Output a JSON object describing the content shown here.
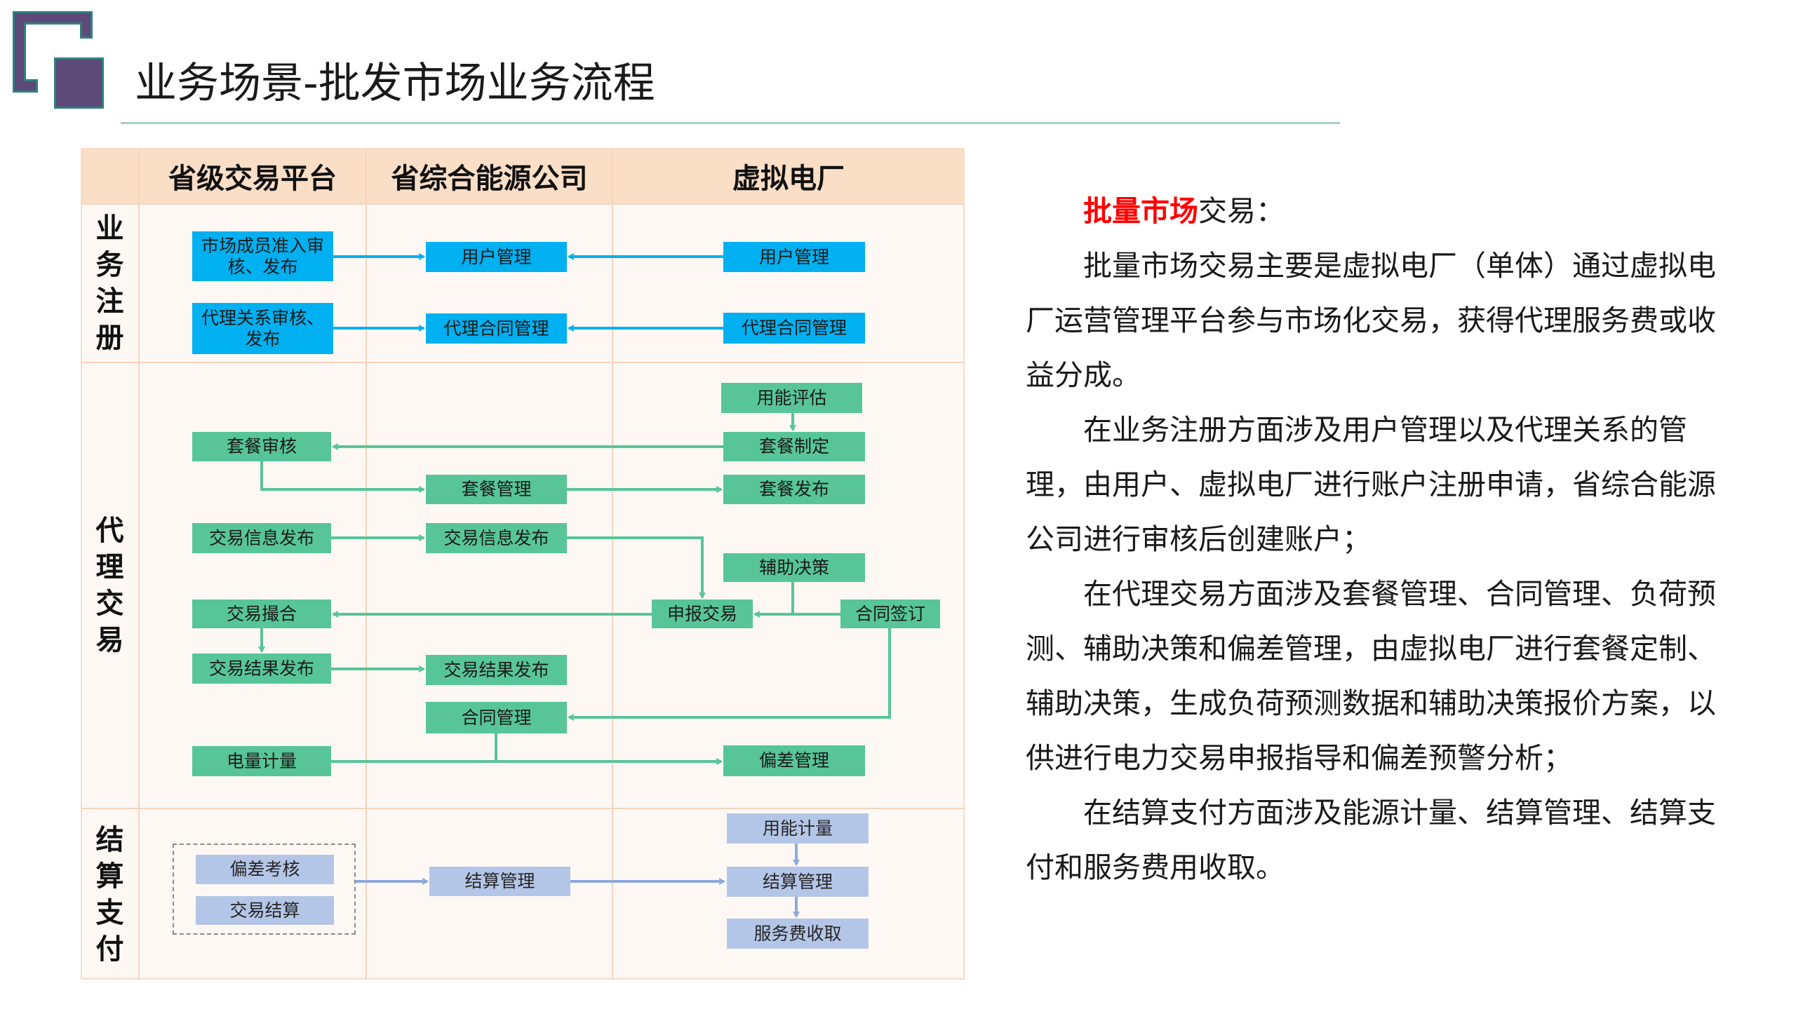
{
  "header": {
    "title": "业务场景-批发市场业务流程",
    "logo_colors": {
      "fill": "#5d4a78",
      "border": "#2f7f7d"
    }
  },
  "diagram": {
    "columns": [
      "省级交易平台",
      "省综合能源公司",
      "虚拟电厂"
    ],
    "rows": [
      {
        "label": [
          "业",
          "务",
          "注",
          "册"
        ]
      },
      {
        "label": [
          "代",
          "理",
          "交",
          "易"
        ]
      },
      {
        "label": [
          "结",
          "算",
          "支",
          "付"
        ]
      }
    ],
    "colors": {
      "registration": "#00b0f0",
      "trading": "#57c598",
      "settlement": "#b4c6e7",
      "header_bg": "#fbdec6",
      "grid": "#f5d5bf"
    },
    "registration": {
      "platform_member_review": "市场成员准入审核、发布",
      "company_user_mgmt": "用户管理",
      "vpp_user_mgmt": "用户管理",
      "platform_agency_review": "代理关系审核、发布",
      "company_agency_contract": "代理合同管理",
      "vpp_agency_contract": "代理合同管理"
    },
    "trading": {
      "vpp_energy_eval": "用能评估",
      "vpp_package_make": "套餐制定",
      "platform_package_review": "套餐审核",
      "company_package_mgmt": "套餐管理",
      "vpp_package_publish": "套餐发布",
      "platform_trade_info": "交易信息发布",
      "company_trade_info": "交易信息发布",
      "vpp_decision_support": "辅助决策",
      "vpp_declare_trade": "申报交易",
      "vpp_contract_sign": "合同签订",
      "platform_matching": "交易撮合",
      "platform_result": "交易结果发布",
      "company_result": "交易结果发布",
      "company_contract_mgmt": "合同管理",
      "platform_metering": "电量计量",
      "vpp_deviation_mgmt": "偏差管理"
    },
    "settlement": {
      "platform_deviation_check": "偏差考核",
      "platform_trade_settle": "交易结算",
      "company_settle_mgmt": "结算管理",
      "vpp_energy_metering": "用能计量",
      "vpp_settle_mgmt": "结算管理",
      "vpp_service_fee": "服务费收取"
    }
  },
  "description": {
    "heading_highlight": "批量市场",
    "heading_rest": "交易：",
    "paragraphs": [
      "批量市场交易主要是虚拟电厂（单体）通过虚拟电厂运营管理平台参与市场化交易，获得代理服务费或收益分成。",
      "在业务注册方面涉及用户管理以及代理关系的管理，由用户、虚拟电厂进行账户注册申请，省综合能源公司进行审核后创建账户；",
      "在代理交易方面涉及套餐管理、合同管理、负荷预测、辅助决策和偏差管理，由虚拟电厂进行套餐定制、辅助决策，生成负荷预测数据和辅助决策报价方案，以供进行电力交易申报指导和偏差预警分析；",
      "在结算支付方面涉及能源计量、结算管理、结算支付和服务费用收取。"
    ]
  }
}
